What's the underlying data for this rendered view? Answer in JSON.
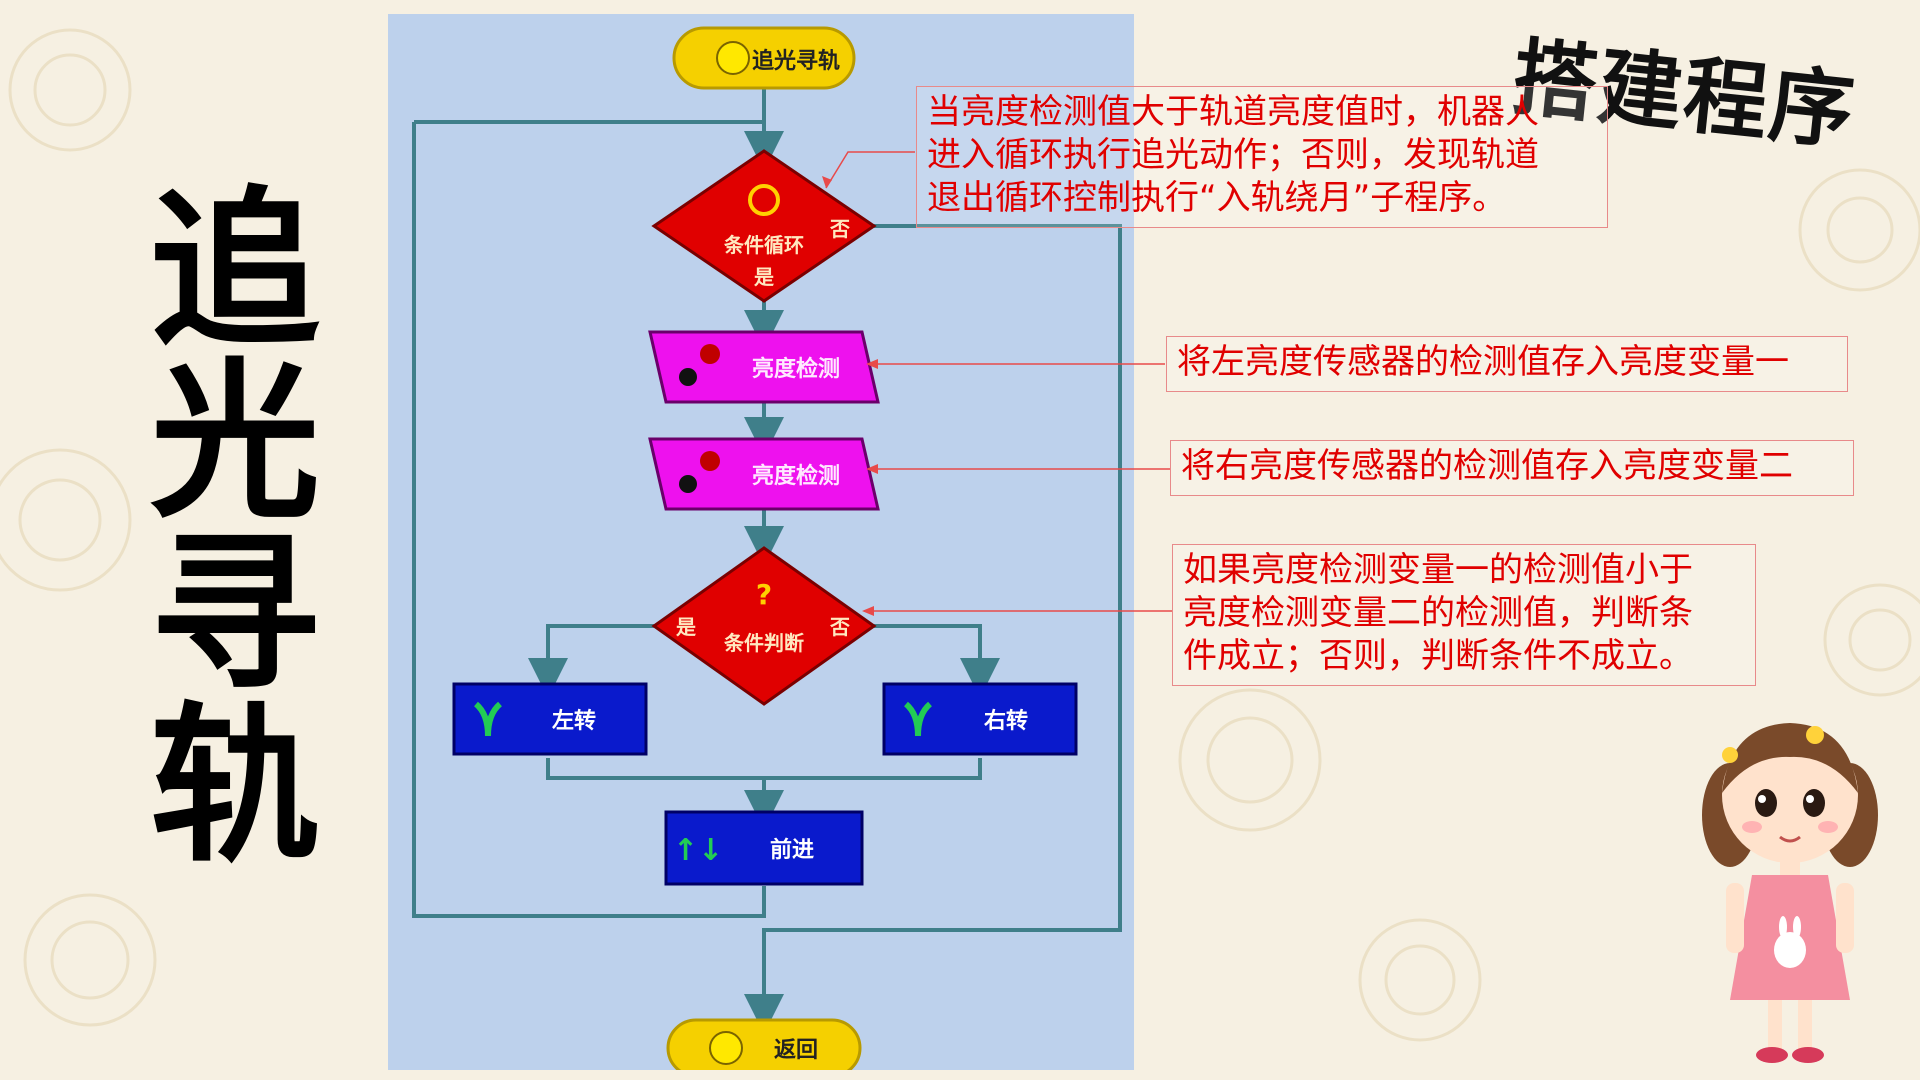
{
  "slide": {
    "vertical_title": [
      "追",
      "光",
      "寻",
      "轨"
    ],
    "corner_title": "搭建程序"
  },
  "flowchart": {
    "start_label": "追光寻轨",
    "loop_label": "条件循环",
    "loop_yes": "是",
    "loop_no": "否",
    "sense1_label": "亮度检测",
    "sense2_label": "亮度检测",
    "decision_label": "条件判断",
    "decision_yes": "是",
    "decision_no": "否",
    "left_label": "左转",
    "right_label": "右转",
    "forward_label": "前进",
    "end_label": "返回"
  },
  "notes": [
    {
      "lines": [
        "当亮度检测值大于轨道亮度值时，机器人",
        "进入循环执行追光动作；否则，发现轨道",
        "退出循环控制执行“入轨绕月”子程序。"
      ]
    },
    {
      "lines": [
        "将左亮度传感器的检测值存入亮度变量一"
      ]
    },
    {
      "lines": [
        "将右亮度传感器的检测值存入亮度变量二"
      ]
    },
    {
      "lines": [
        "如果亮度检测变量一的检测值小于",
        "亮度检测变量二的检测值，判断条",
        "件成立；否则，判断条件不成立。"
      ]
    }
  ],
  "colors": {
    "note_text": "#e00000",
    "panel_bg": "#bdd1ec",
    "diamond": "#e00000",
    "parallelogram": "#ee11ee",
    "action_box": "#0a1acc",
    "terminal": "#f5d000",
    "flow_line": "#3f7f8a"
  }
}
